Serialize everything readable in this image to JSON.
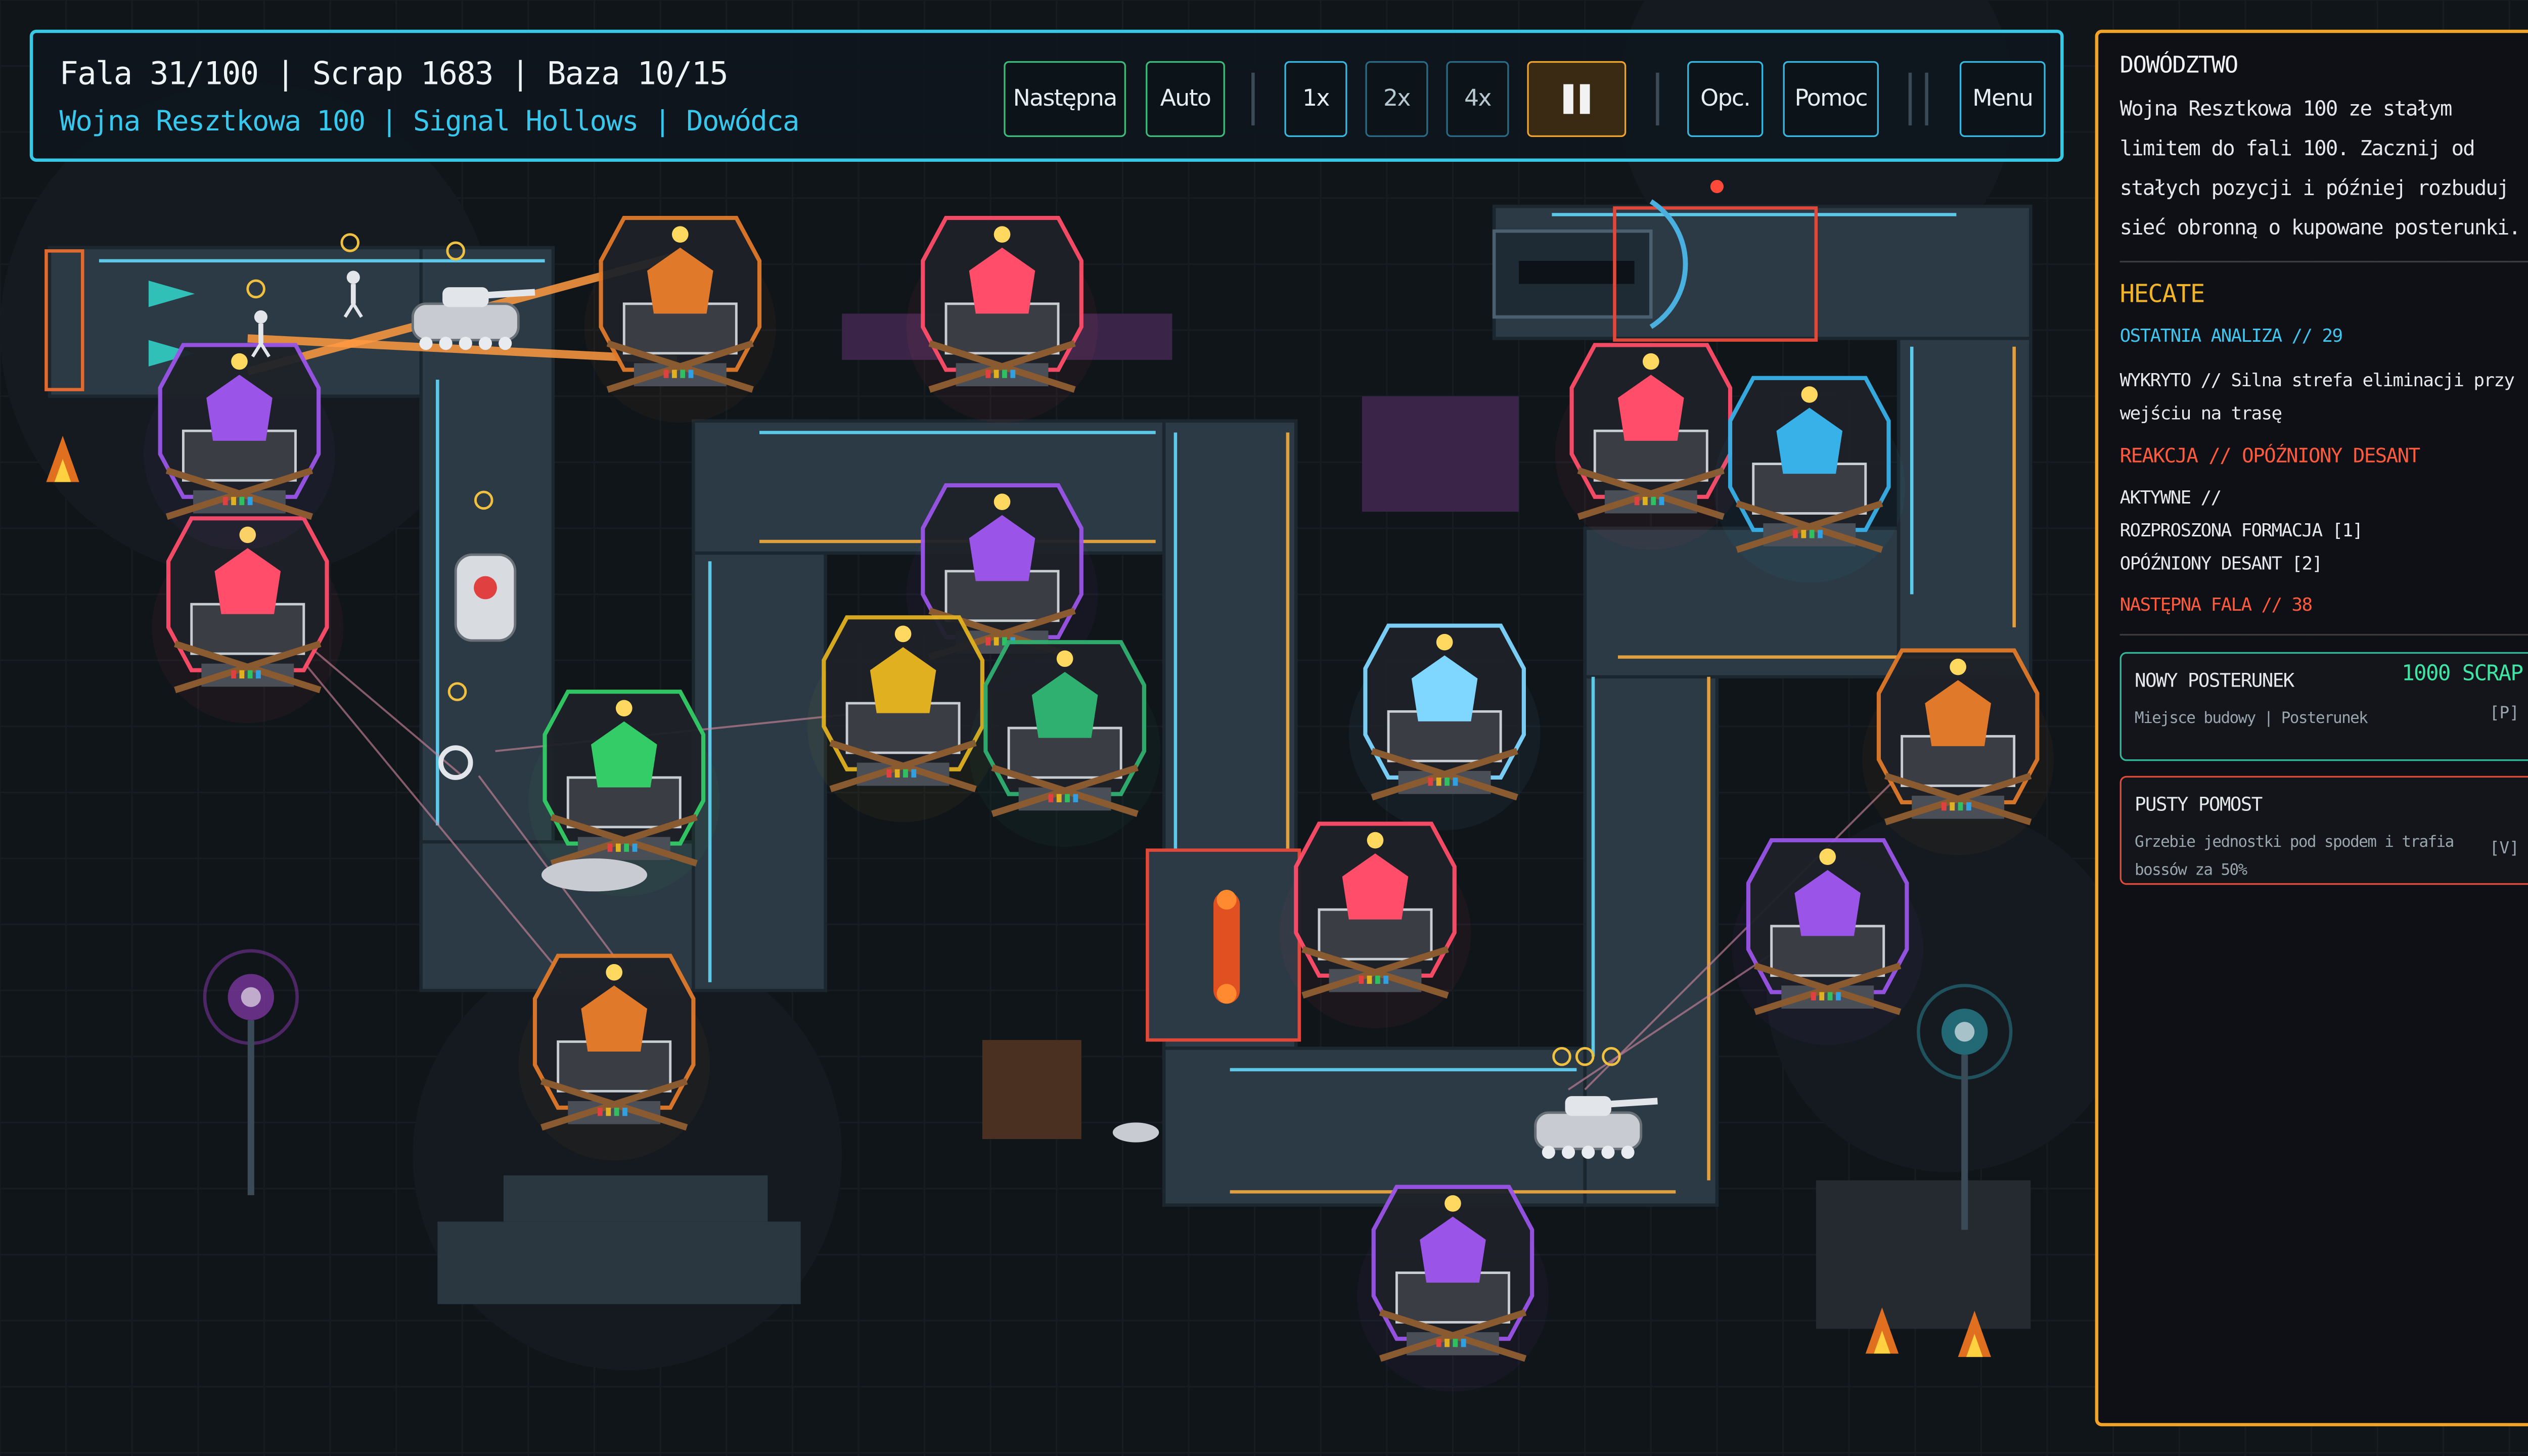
{
  "hud": {
    "status": "Fala 31/100 | Scrap 1683 | Baza 10/15",
    "subtitle": "Wojna Resztkowa 100 | Signal Hollows | Dowódca",
    "buttons": {
      "next": "Następna",
      "auto": "Auto",
      "speed1": "1x",
      "speed2": "2x",
      "speed4": "4x",
      "options": "Opc.",
      "help": "Pomoc",
      "menu": "Menu"
    },
    "pause_icon": "pause-icon"
  },
  "panel": {
    "title": "DOWÓDZTWO",
    "intro": "Wojna Resztkowa 100 ze stałym limitem do fali 100. Zacznij od stałych pozycji i później rozbuduj sieć obronną o kupowane posterunki.",
    "target_name": "HECATE",
    "last_analysis": "OSTATNIA ANALIZA // 29",
    "detected": "WYKRYTO // Silna strefa eliminacji przy wejściu na trasę",
    "reaction": "REAKCJA // OPÓŹNIONY DESANT",
    "active_label": "AKTYWNE //",
    "active_1": "ROZPROSZONA FORMACJA [1]",
    "active_2": "OPÓŹNIONY DESANT [2]",
    "next_wave": "NASTĘPNA FALA // 38",
    "cards": [
      {
        "title": "NOWY POSTERUNEK",
        "cost": "1000 SCRAP",
        "desc": "Miejsce budowy | Posterunek",
        "key": "[P]"
      },
      {
        "title": "PUSTY POMOST",
        "desc": "Grzebie jednostki pod spodem i trafia bossów za 50%",
        "key": "[V]"
      }
    ]
  },
  "colors": {
    "hud_border": "#37c8e6",
    "panel_border": "#f0a428",
    "accent_green": "#3dbb7a",
    "accent_orange": "#f0a428",
    "accent_red": "#ff5a3c",
    "accent_cyan": "#38c8ee"
  },
  "map": {
    "turrets": [
      {
        "type": "laser",
        "color": "#e07a2a"
      },
      {
        "type": "crystal",
        "color": "#ff4d6a"
      },
      {
        "type": "prism",
        "color": "#9a55e8"
      },
      {
        "type": "crystal",
        "color": "#ff4d6a"
      },
      {
        "type": "prism",
        "color": "#9a55e8"
      },
      {
        "type": "gold",
        "color": "#e0b020"
      },
      {
        "type": "green",
        "color": "#33cc66"
      },
      {
        "type": "emerald",
        "color": "#30b070"
      },
      {
        "type": "ice",
        "color": "#7fd6ff"
      },
      {
        "type": "crystal",
        "color": "#ff4d6a"
      },
      {
        "type": "crystal",
        "color": "#ff4d6a"
      },
      {
        "type": "ice-blue",
        "color": "#38b0e8"
      },
      {
        "type": "laser",
        "color": "#e07a2a"
      },
      {
        "type": "prism",
        "color": "#9a55e8"
      },
      {
        "type": "laser",
        "color": "#e07a2a"
      },
      {
        "type": "prism",
        "color": "#9a55e8"
      }
    ],
    "enemies": [
      "tank",
      "infantry",
      "drone",
      "hover",
      "walker",
      "tank"
    ]
  }
}
